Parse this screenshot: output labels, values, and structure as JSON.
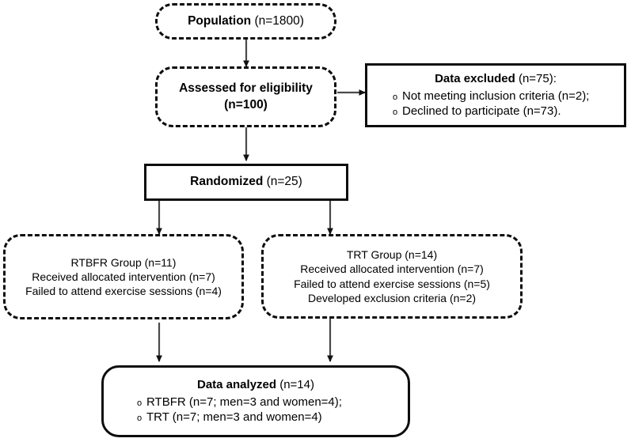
{
  "diagram": {
    "type": "flowchart",
    "title": "CONSORT participant flow diagram",
    "colors": {
      "stroke": "#0d0d0d",
      "background": "#ffffff",
      "text": "#000000",
      "connector": "#3a3a3a"
    },
    "nodes": {
      "population": {
        "label_bold": "Population",
        "label_rest": " (n=1800)",
        "border": "dashed-rounded"
      },
      "assessed": {
        "line1_bold": "Assessed for eligibility",
        "line2_bold": "(n=100)",
        "border": "dashed-rounded"
      },
      "excluded": {
        "heading_bold": "Data excluded",
        "heading_rest": " (n=75):",
        "bullet_glyph": "o",
        "items": [
          "Not meeting inclusion criteria (n=2);",
          "Declined to participate (n=73)."
        ],
        "border": "solid-rect"
      },
      "randomized": {
        "label_bold": "Randomized",
        "label_rest": " (n=25)",
        "border": "solid-rect"
      },
      "rtbfr_group": {
        "lines": [
          "RTBFR Group (n=11)",
          "Received allocated intervention (n=7)",
          "Failed to attend exercise sessions (n=4)"
        ],
        "border": "dashed-rounded"
      },
      "trt_group": {
        "lines": [
          "TRT Group (n=14)",
          "Received allocated intervention (n=7)",
          "Failed to attend exercise sessions (n=5)",
          "Developed exclusion criteria (n=2)"
        ],
        "border": "dashed-rounded"
      },
      "analyzed": {
        "heading_bold": "Data analyzed",
        "heading_rest": " (n=14)",
        "bullet_glyph": "o",
        "items": [
          "RTBFR (n=7; men=3 and women=4);",
          "TRT (n=7; men=3 and women=4)"
        ],
        "border": "solid-rounded"
      }
    },
    "edges": [
      {
        "name": "population-to-assessed",
        "from": "population",
        "to": "assessed",
        "direction": "down"
      },
      {
        "name": "assessed-to-excluded",
        "from": "assessed",
        "to": "excluded",
        "direction": "right"
      },
      {
        "name": "assessed-to-randomized",
        "from": "assessed",
        "to": "randomized",
        "direction": "down"
      },
      {
        "name": "randomized-to-rtbfr",
        "from": "randomized",
        "to": "rtbfr_group",
        "direction": "down"
      },
      {
        "name": "randomized-to-trt",
        "from": "randomized",
        "to": "trt_group",
        "direction": "down"
      },
      {
        "name": "rtbfr-to-analyzed",
        "from": "rtbfr_group",
        "to": "analyzed",
        "direction": "down"
      },
      {
        "name": "trt-to-analyzed",
        "from": "trt_group",
        "to": "analyzed",
        "direction": "down"
      }
    ]
  }
}
